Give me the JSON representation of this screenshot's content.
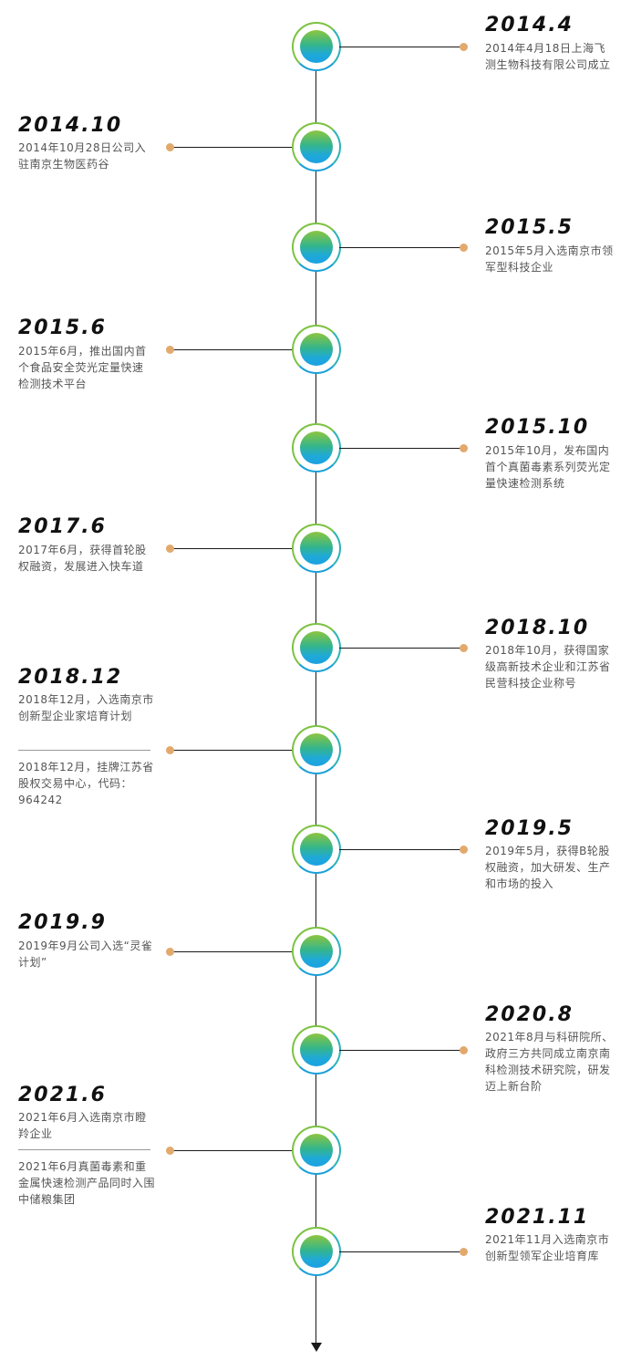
{
  "timeline": {
    "events": [
      {
        "year": "2014.4",
        "text": "2014年4月18日上海飞测生物科技有限公司成立"
      },
      {
        "year": "2014.10",
        "text": "2014年10月28日公司入驻南京生物医药谷"
      },
      {
        "year": "2015.5",
        "text": "2015年5月入选南京市领军型科技企业"
      },
      {
        "year": "2015.6",
        "text": "2015年6月，推出国内首个食品安全荧光定量快速检测技术平台"
      },
      {
        "year": "2015.10",
        "text": "2015年10月，发布国内首个真菌毒素系列荧光定量快速检测系统"
      },
      {
        "year": "2017.6",
        "text": "2017年6月，获得首轮股权融资，发展进入快车道"
      },
      {
        "year": "2018.10",
        "text": "2018年10月，获得国家级高新技术企业和江苏省民营科技企业称号"
      },
      {
        "year": "2018.12",
        "text": "2018年12月，入选南京市创新型企业家培育计划",
        "text2": "2018年12月，挂牌江苏省股权交易中心，代码：964242"
      },
      {
        "year": "2019.5",
        "text": "2019年5月，获得B轮股权融资，加大研发、生产和市场的投入"
      },
      {
        "year": "2019.9",
        "text": "2019年9月公司入选“灵雀计划”"
      },
      {
        "year": "2020.8",
        "text": "2021年8月与科研院所、政府三方共同成立南京南科检测技术研究院，研发迈上新台阶"
      },
      {
        "year": "2021.6",
        "text": "2021年6月入选南京市瞪羚企业",
        "text2": "2021年6月真菌毒素和重金属快速检测产品同时入围中储粮集团"
      },
      {
        "year": "2021.11",
        "text": "2021年11月入选南京市创新型领军企业培育库"
      }
    ]
  },
  "colors": {
    "axis": "#1a1a1a",
    "dot": "#e2a96d",
    "node_top": "#8cc63f",
    "node_bottom": "#1ba1e2"
  }
}
